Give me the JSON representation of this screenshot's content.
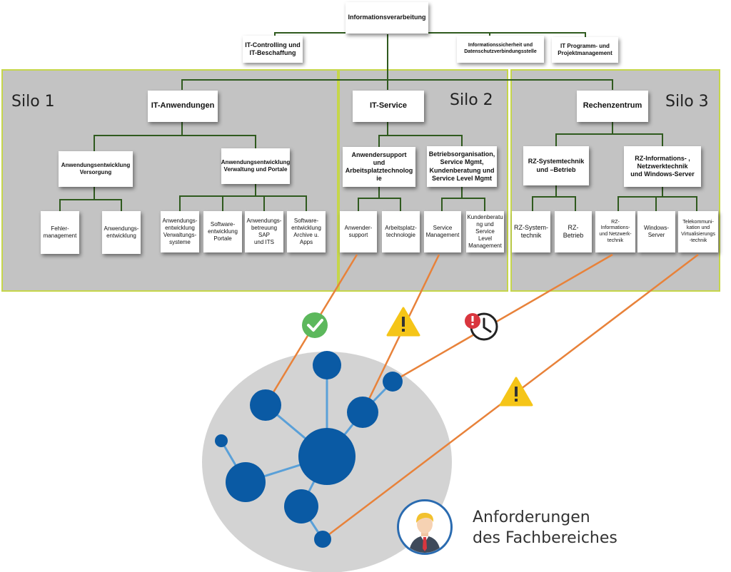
{
  "silos": [
    {
      "label": "Silo 1"
    },
    {
      "label": "Silo 2"
    },
    {
      "label": "Silo 3"
    }
  ],
  "top": {
    "root": "Informationsverarbeitung",
    "controlling": "IT-Controlling und\nIT-Beschaffung",
    "security": "Informationssicherheit und\nDatenschutzverbindungsstelle",
    "projects": "IT Programm- und\nProjektmanagement"
  },
  "silo1": {
    "head": "IT-Anwendungen",
    "group_a": "Anwendungsentwicklung\nVersorgung",
    "group_b": "Anwendungsentwicklung\nVerwaltung und Portale",
    "leaves": [
      "Fehler-\nmanagement",
      "Anwendungs-\nentwicklung",
      "Anwendungs-\nentwicklung\nVerwaltungs-\nsysteme",
      "Software-\nentwicklung\nPortale",
      "Anwendungs-\nbetreuung SAP\nund ITS",
      "Software-\nentwicklung\nArchive u.\nApps"
    ]
  },
  "silo2": {
    "head": "IT-Service",
    "group_a": "Anwendersupport\nund\nArbeitsplatztechnolog\nie",
    "group_b": "Betriebsorganisation,\nService Mgmt,\nKundenberatung und\nService Level Mgmt",
    "leaves": [
      "Anwender-\nsupport",
      "Arbeitsplatz-\ntechnologie",
      "Service\nManagement",
      "Kundenberatu\nng und Service\nLevel\nManagement"
    ]
  },
  "silo3": {
    "head": "Rechenzentrum",
    "group_a": "RZ-Systemtechnik\nund –Betrieb",
    "group_b": "RZ-Informations- ,\nNetzwerktechnik\nund Windows-Server",
    "leaves": [
      "RZ-System-\ntechnik",
      "RZ-\nBetrieb",
      "RZ-\nInformations-\nund Netzwerk-\ntechnik",
      "Windows-\nServer",
      "Telekommuni-\nkation und\nVirtualisierungs\n-technik"
    ]
  },
  "caption": "Anforderungen\ndes Fachbereiches",
  "status_icons": [
    "check-icon",
    "warning-icon",
    "clock-alert-icon",
    "warning-icon"
  ],
  "colors": {
    "silo_bg": "#c3c3c3",
    "silo_border": "#c6d64a",
    "tree_line": "#2f5a1e",
    "link_line": "#e8823a",
    "node": "#0a5aa4",
    "node_edge": "#5aa0d8",
    "cloud": "#d3d3d3",
    "check": "#5cb85c",
    "warning": "#f5c518",
    "alert": "#d9363e"
  }
}
